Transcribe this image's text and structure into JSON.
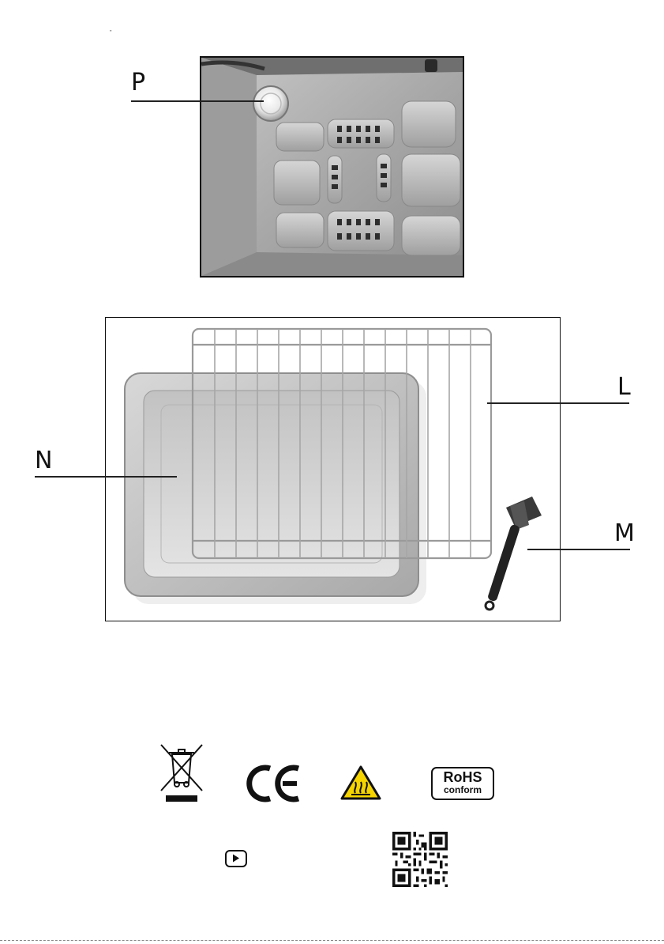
{
  "page": {
    "tiny_mark": "\""
  },
  "callouts": {
    "P": "P",
    "L": "L",
    "N": "N",
    "M": "M"
  },
  "figures": {
    "oven_interior": {
      "icon": "oven-interior-photo"
    },
    "accessories": {
      "icon": "accessories-photo"
    }
  },
  "symbols": {
    "weee": {
      "icon": "crossed-bin-icon"
    },
    "ce": {
      "icon": "ce-mark-icon",
      "text": "CE"
    },
    "hot_surface": {
      "icon": "hot-surface-warning-icon"
    },
    "rohs": {
      "icon": "rohs-badge",
      "line1": "RoHS",
      "line2": "conform"
    }
  },
  "links": {
    "video": {
      "icon": "play-button-icon"
    },
    "qr": {
      "icon": "qr-code"
    }
  },
  "colors": {
    "warning_yellow": "#f5d400",
    "ink": "#111111"
  }
}
